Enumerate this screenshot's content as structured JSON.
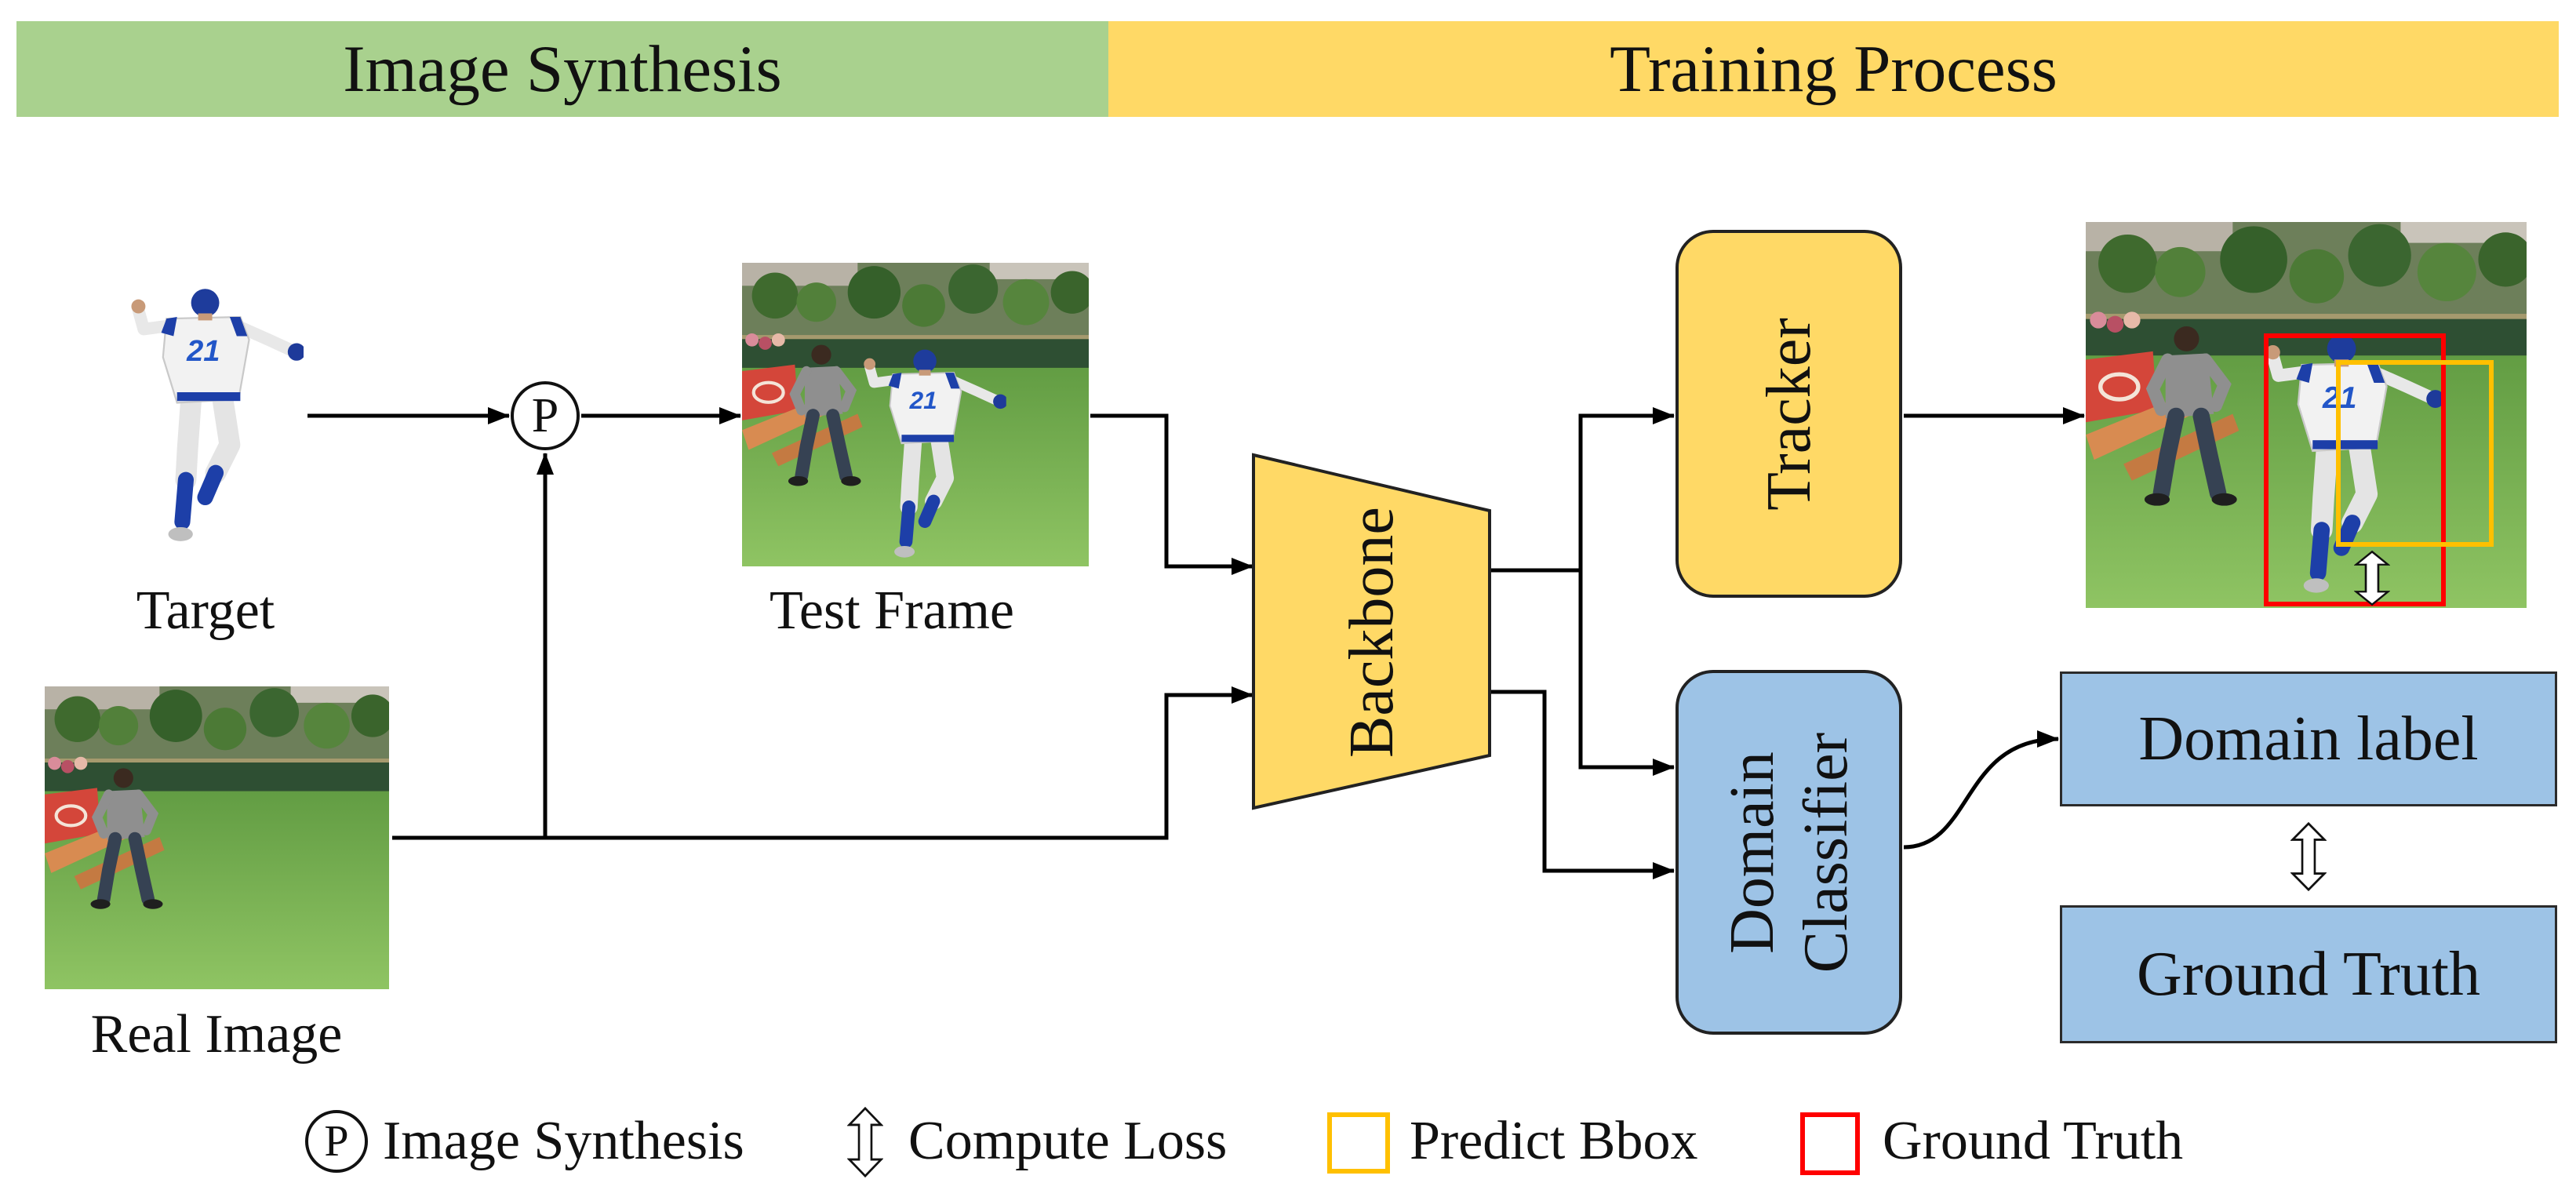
{
  "banners": {
    "left": {
      "label": "Image Synthesis",
      "color": "#a9d18e"
    },
    "right": {
      "label": "Training Process",
      "color": "#ffd966"
    }
  },
  "inputs": {
    "target_label": "Target",
    "test_frame_label": "Test Frame",
    "real_image_label": "Real Image",
    "jersey_number": "21"
  },
  "synthesis_symbol": "P",
  "modules": {
    "backbone": "Backbone",
    "tracker": "Tracker",
    "domain_classifier": {
      "line1": "Domain",
      "line2": "Classifier"
    }
  },
  "outputs": {
    "domain_label": "Domain label",
    "ground_truth": "Ground Truth"
  },
  "legend": [
    {
      "icon": "synthesis-circle-icon",
      "symbol": "P",
      "label": "Image Synthesis"
    },
    {
      "icon": "double-arrow-icon",
      "label": "Compute Loss"
    },
    {
      "icon": "square-outline-icon",
      "label": "Predict Bbox",
      "color": "#ffc000"
    },
    {
      "icon": "square-outline-icon",
      "label": "Ground Truth",
      "color": "#ff0000"
    }
  ],
  "colors": {
    "module_yellow": "#ffd966",
    "module_blue": "#9dc3e6",
    "predict_bbox": "#ffc000",
    "ground_truth_bbox": "#ff0000"
  }
}
